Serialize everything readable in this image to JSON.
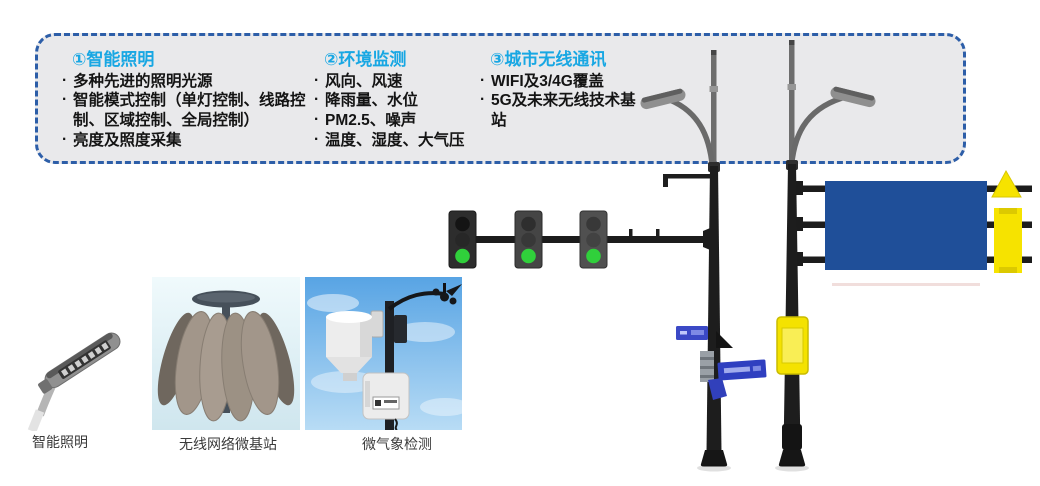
{
  "panel": {
    "sections": [
      {
        "heading": "①智能照明",
        "bullets": [
          "多种先进的照明光源",
          "智能模式控制（单灯控制、线路控制、区域控制、全局控制）",
          "亮度及照度采集"
        ]
      },
      {
        "heading": "②环境监测",
        "bullets": [
          "风向、风速",
          "降雨量、水位",
          "PM2.5、噪声",
          "温度、湿度、大气压"
        ]
      },
      {
        "heading": "③城市无线通讯",
        "bullets": [
          "WIFI及3/4G覆盖",
          "5G及未来无线技术基站"
        ]
      }
    ],
    "heading_color": "#18a7e3",
    "border_color": "#2d5ea8",
    "background_color": "#e9e9eb"
  },
  "gallery": {
    "captions": [
      "智能照明",
      "无线网络微基站",
      "微气象检测"
    ]
  },
  "illustration": {
    "colors": {
      "pole": "#1d1d1d",
      "antenna_gray": "#6d6d6d",
      "sign_board_blue": "#1f4f99",
      "street_sign_blue": "#3b49c6",
      "warning_yellow": "#f6e300",
      "traffic_light_green": "#30d03b",
      "lamp_gray": "#8f8f8f"
    }
  }
}
